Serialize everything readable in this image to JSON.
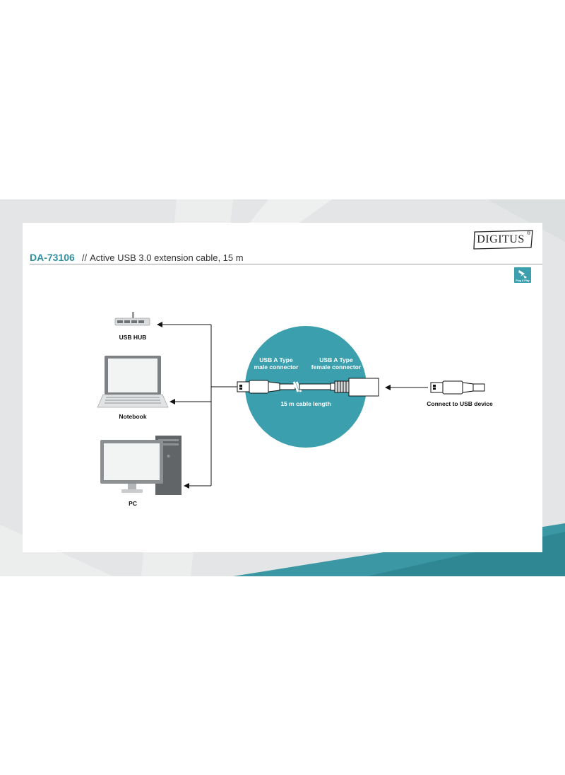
{
  "header": {
    "brand": "DIGITUS",
    "brand_mark": "®",
    "model": "DA-73106",
    "separator": "//",
    "subtitle": "Active USB 3.0 extension cable, 15 m"
  },
  "badge": {
    "label": "Plug & Play",
    "icon": "plug-and-play-icon"
  },
  "devices": [
    {
      "label": "USB HUB",
      "icon": "usb-hub-icon"
    },
    {
      "label": "Notebook",
      "icon": "notebook-icon"
    },
    {
      "label": "PC",
      "icon": "pc-icon"
    }
  ],
  "cable": {
    "male_label": "USB A Type male connector",
    "female_label": "USB A Type female connector",
    "length_label": "15 m cable length"
  },
  "target": {
    "label": "Connect to USB device",
    "icon": "usb-plug-icon"
  },
  "colors": {
    "accent": "#3b9fad",
    "title": "#2f8f9d",
    "background": "#e3e5e6"
  }
}
